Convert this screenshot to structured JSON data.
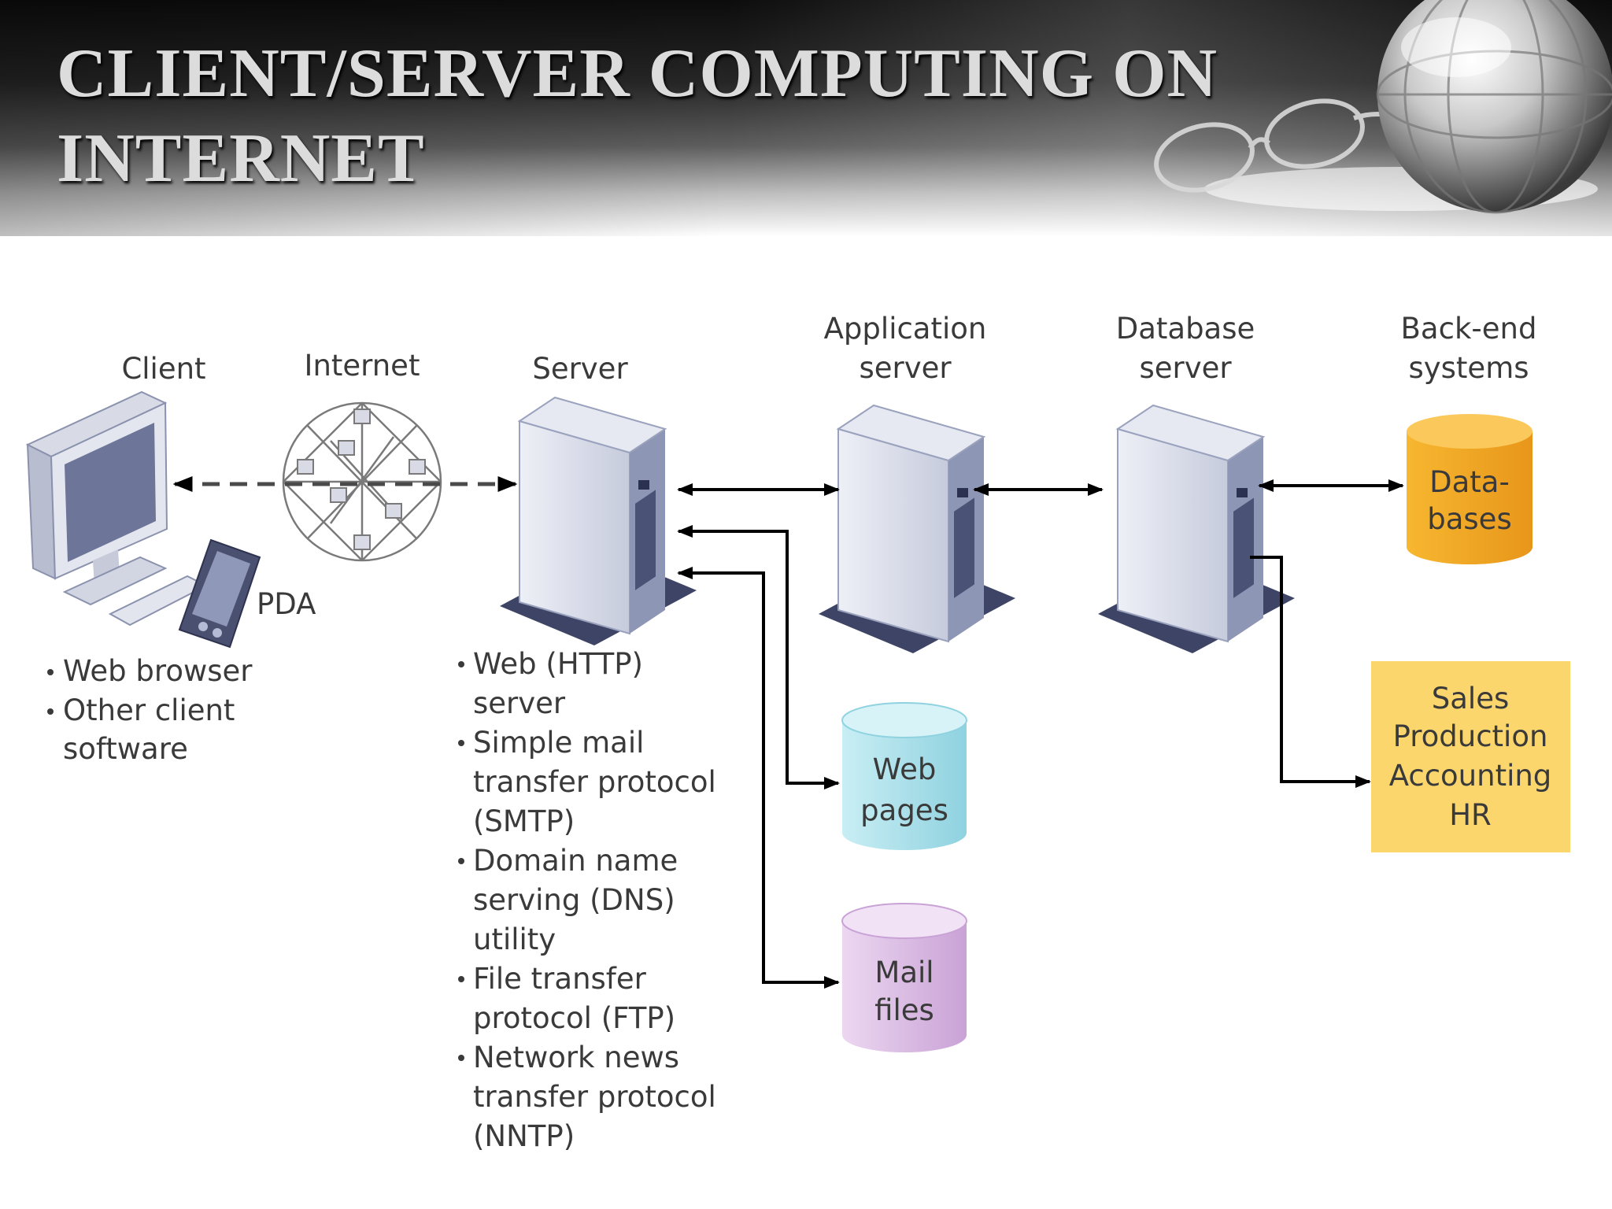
{
  "slide": {
    "title": "CLIENT/SERVER COMPUTING ON INTERNET"
  },
  "diagram": {
    "columns": {
      "client": "Client",
      "internet": "Internet",
      "server": "Server",
      "application_server": [
        "Application",
        "server"
      ],
      "database_server": [
        "Database",
        "server"
      ],
      "backend_systems": [
        "Back-end",
        "systems"
      ]
    },
    "pda_label": "PDA",
    "client_bullets": [
      [
        "Web browser"
      ],
      [
        "Other client",
        "software"
      ]
    ],
    "server_bullets": [
      [
        "Web (HTTP)",
        "server"
      ],
      [
        "Simple mail",
        "transfer protocol",
        "(SMTP)"
      ],
      [
        "Domain name",
        "serving (DNS)",
        "utility"
      ],
      [
        "File transfer",
        "protocol (FTP)"
      ],
      [
        "Network news",
        "transfer protocol",
        "(NNTP)"
      ]
    ],
    "stores": {
      "databases": {
        "lines": [
          "Data-",
          "bases"
        ],
        "color": "#f3a823"
      },
      "web_pages": {
        "lines": [
          "Web",
          "pages"
        ],
        "color": "#a9dfe9"
      },
      "mail_files": {
        "lines": [
          "Mail",
          "files"
        ],
        "color": "#d9b8e3"
      }
    },
    "backend_box": {
      "lines": [
        "Sales",
        "Production",
        "Accounting",
        "HR"
      ],
      "color": "#fbd66d"
    },
    "colors": {
      "server_body": "#d7dcea",
      "server_shadow": "#8d96b4",
      "server_base": "#3d4466",
      "text": "#3a3a3a"
    }
  }
}
